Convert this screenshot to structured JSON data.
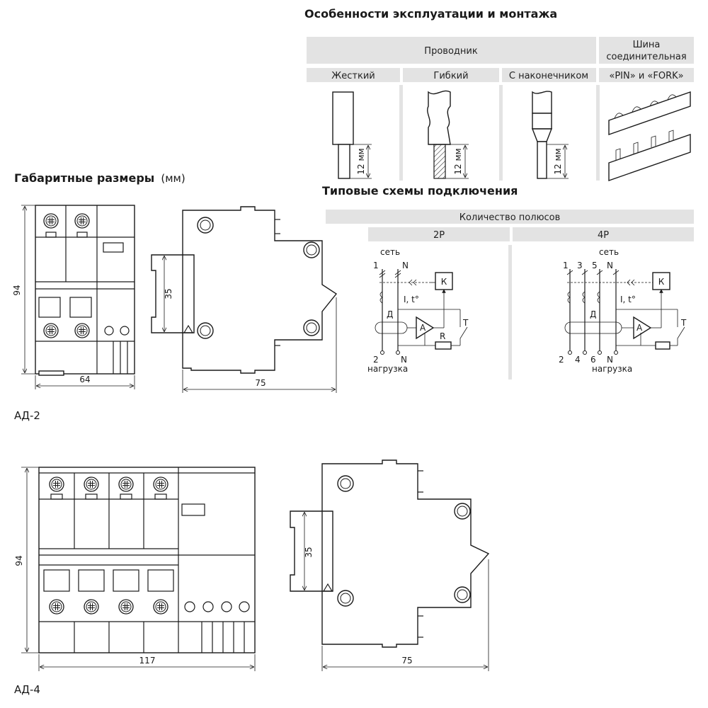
{
  "mounting": {
    "title": "Особенности эксплуатации и монтажа",
    "conductor_header": "Проводник",
    "busbar_header_line1": "Шина",
    "busbar_header_line2": "соединительная",
    "columns": [
      "Жесткий",
      "Гибкий",
      "С наконечником",
      "«PIN» и «FORK»"
    ],
    "strip_length": "12 мм"
  },
  "dimensions": {
    "title_bold": "Габаритные размеры",
    "title_unit": "(мм)",
    "ad2": {
      "label": "АД-2",
      "height": "94",
      "width": "64",
      "depth": "75",
      "rail": "35"
    },
    "ad4": {
      "label": "АД-4",
      "height": "94",
      "width": "117",
      "depth": "75",
      "rail": "35"
    }
  },
  "schemes": {
    "title": "Типовые схемы подключения",
    "poles_header": "Количество полюсов",
    "p2": {
      "label": "2P",
      "supply": "сеть",
      "load": "нагрузка",
      "top_terminals": [
        "1",
        "N"
      ],
      "bottom_terminals": [
        "2",
        "N"
      ],
      "relay": "К",
      "current": "I, t°",
      "sensor": "Д",
      "amp": "А",
      "resistor": "R",
      "test": "Т"
    },
    "p4": {
      "label": "4P",
      "supply": "сеть",
      "load": "нагрузка",
      "top_terminals": [
        "1",
        "3",
        "5",
        "N"
      ],
      "bottom_terminals": [
        "2",
        "4",
        "6",
        "N"
      ],
      "relay": "К",
      "current": "I, t°",
      "sensor": "Д",
      "amp": "А",
      "test": "Т"
    }
  }
}
